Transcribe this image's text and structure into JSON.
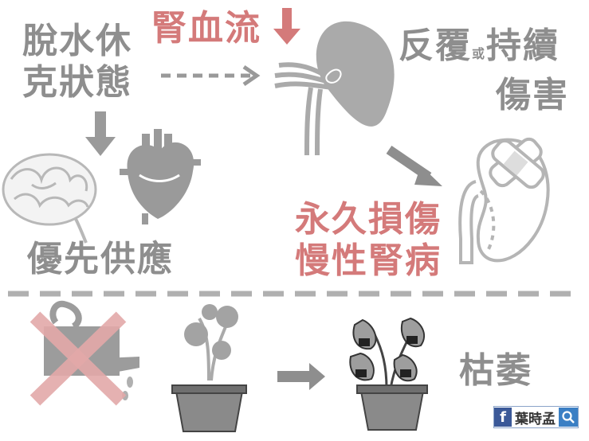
{
  "texts": {
    "dehydration_line1": "脫水休",
    "dehydration_line2": "克狀態",
    "kidney_blood_flow": "腎血流",
    "repeated_prefix": "反覆",
    "or": "或",
    "continuous": "持續",
    "damage": "傷害",
    "priority_supply": "優先供應",
    "permanent_damage": "永久損傷",
    "chronic_kidney_disease": "慢性腎病",
    "wither": "枯萎"
  },
  "brand": {
    "fb_letter": "f",
    "name": "葉時孟"
  },
  "icons": [
    "down-arrow-icon",
    "dashed-arrow-icon",
    "kidney-icon",
    "brain-icon",
    "heart-icon",
    "arrow-icon",
    "bandaged-kidney-icon",
    "crossed-watering-can-icon",
    "healthy-plant-icon",
    "wilted-plant-icon",
    "facebook-icon",
    "search-icon"
  ],
  "colors": {
    "gray": "#8e8e8e",
    "red": "#d47a7a",
    "facebook": "#3b5998"
  }
}
